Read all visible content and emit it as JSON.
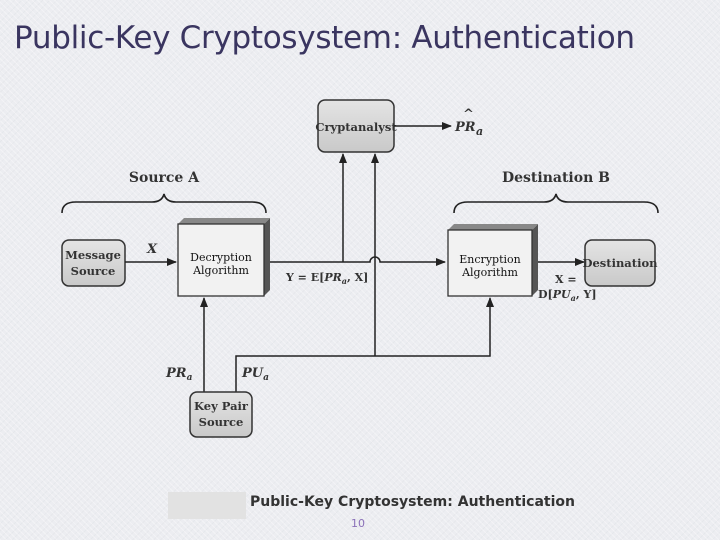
{
  "slide": {
    "title": "Public-Key Cryptosystem:  Authentication",
    "page_number": "10"
  },
  "diagram": {
    "source_label": "Source A",
    "destination_label": "Destination B",
    "cryptanalyst": "Cryptanalyst",
    "cryptanalyst_output": {
      "main": "PR",
      "sub": "a",
      "hat": "^"
    },
    "message_source": [
      "Message",
      "Source"
    ],
    "decryption_algorithm": [
      "Decryption",
      "Algorithm"
    ],
    "encryption_algorithm": [
      "Encryption",
      "Algorithm"
    ],
    "destination": "Destination",
    "key_pair_source": [
      "Key Pair",
      "Source"
    ],
    "x_label": "X",
    "y_expr": {
      "lhs": "Y = E[",
      "key": "PR",
      "sub": "a",
      "rest": ", X]"
    },
    "x_expr": {
      "line1": "X =",
      "line2a": "D[",
      "key": "PU",
      "sub": "a",
      "line2b": ", Y]"
    },
    "pr_label": {
      "main": "PR",
      "sub": "a"
    },
    "pu_label": {
      "main": "PU",
      "sub": "a"
    },
    "caption": "Public-Key Cryptosystem: Authentication"
  }
}
